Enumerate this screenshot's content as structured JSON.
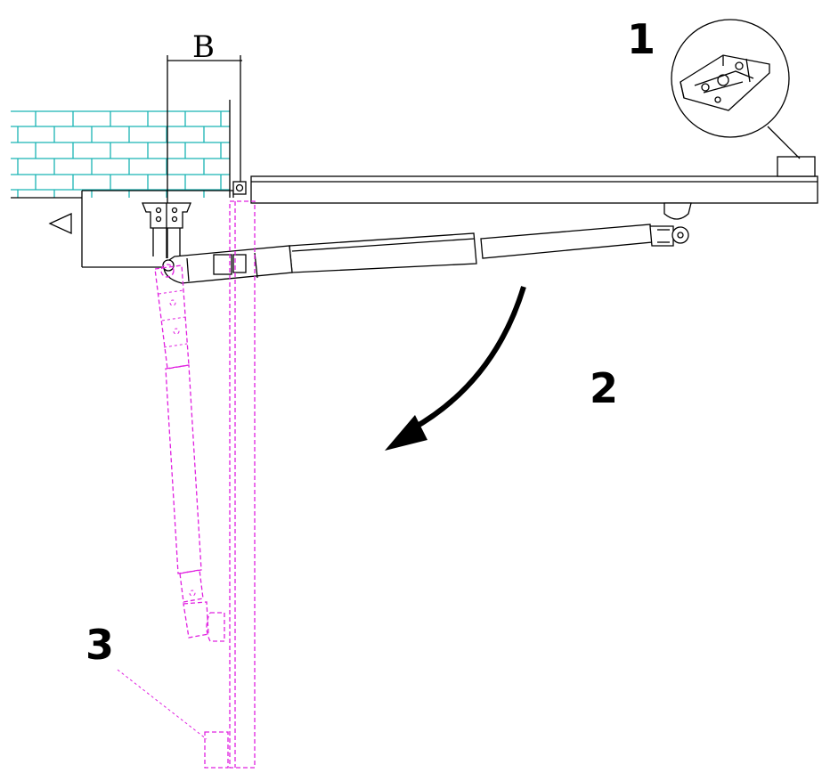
{
  "labels": {
    "callout_1": "1",
    "callout_2": "2",
    "callout_3": "3",
    "dimension_b": "B"
  },
  "colors": {
    "lines": "#000000",
    "open_position": "#e020e0",
    "wall": "#19b4b4",
    "background": "#ffffff"
  }
}
